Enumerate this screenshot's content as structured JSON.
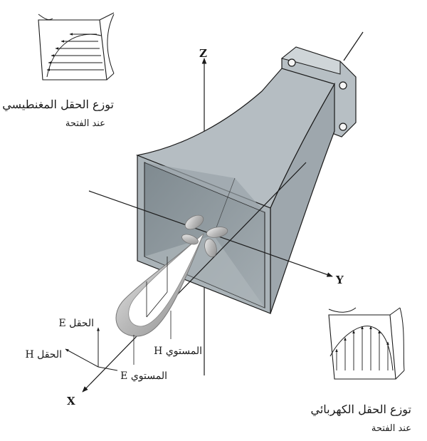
{
  "axes": {
    "z": "Z",
    "y": "Y",
    "x": "X"
  },
  "magnetic_caption": {
    "line1": "توزع الحقل المغنطيسي",
    "line2": "عند الفتحة"
  },
  "electric_caption": {
    "line1": "توزع الحقل الكهربائي",
    "line2": "عند الفتحة"
  },
  "field_e_label": "الحقل E",
  "field_h_label": "الحقل H",
  "plane_h_label": "المستوي H",
  "plane_e_label": "المستوي E",
  "colors": {
    "horn_outer": "#a9b1b6",
    "horn_side": "#bcc3c8",
    "horn_inner": "#8e989e",
    "line": "#1a1a1a",
    "lobe": "#c8c8c8"
  }
}
